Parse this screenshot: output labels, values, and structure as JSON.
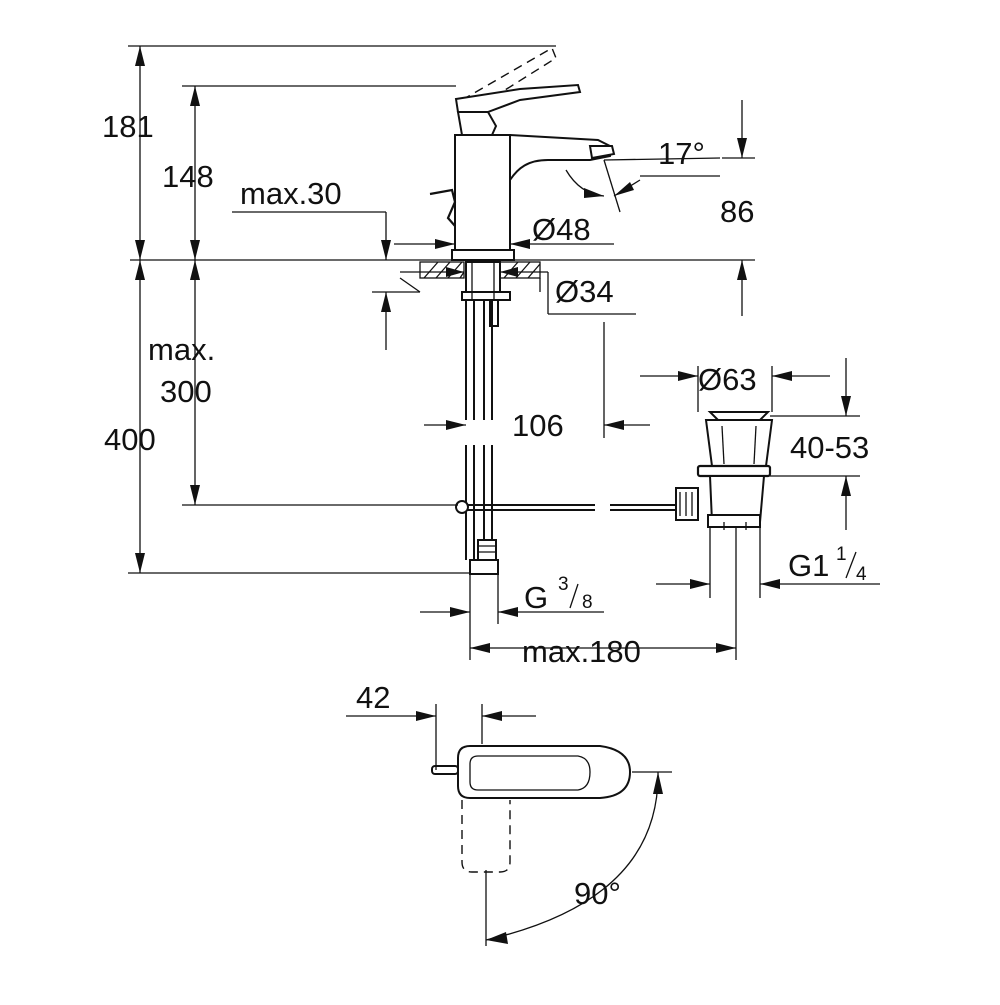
{
  "labels": {
    "height_total": "181",
    "height_spout": "148",
    "max_thickness": "max.30",
    "angle_spout": "17°",
    "spout_height": "86",
    "dia_body": "Ø48",
    "dia_hole": "Ø34",
    "max_below_a": "max.",
    "max_below_b": "300",
    "depth_total": "400",
    "projection": "106",
    "dia_drain": "Ø63",
    "drain_range": "40-53",
    "thread_drain": "G1",
    "thread_drain_num": "1",
    "thread_drain_den": "4",
    "thread_supply": "G",
    "thread_supply_num": "3",
    "thread_supply_den": "8",
    "max_reach": "max.180",
    "top_offset": "42",
    "rotation": "90°"
  }
}
